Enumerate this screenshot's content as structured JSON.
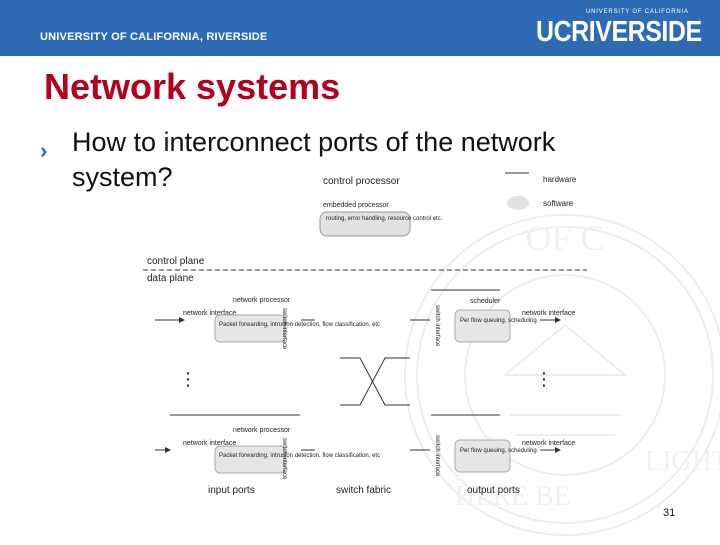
{
  "header": {
    "university_name": "UNIVERSITY OF CALIFORNIA, RIVERSIDE",
    "logo_text": "UCRIVERSIDE",
    "logo_subtext": "UNIVERSITY OF CALIFORNIA"
  },
  "slide": {
    "title": "Network systems",
    "bullet": "How to interconnect ports of the network system?",
    "page_number": "31"
  },
  "diagram": {
    "control_processor": "control processor",
    "embedded_processor": "embedded processor",
    "routing_box": "routing, error handling, resource control etc.",
    "legend_hardware": "hardware",
    "legend_software": "software",
    "control_plane": "control plane",
    "data_plane": "data plane",
    "network_processor": "network processor",
    "network_interface": "network interface",
    "switch_interface": "switch interface",
    "packet_processing": "Packet forwarding, intrusion detection, flow classification, etc",
    "scheduler": "scheduler",
    "per_flow": "Per flow queuing, scheduling",
    "input_ports": "input ports",
    "switch_fabric": "switch fabric",
    "output_ports": "output ports",
    "ellipsis": "⋮"
  },
  "colors": {
    "banner": "#2d6cb5",
    "title": "#b3001e",
    "bullet_marker": "#2d6cb5"
  },
  "icons": {
    "bullet": "chevron-right-icon",
    "seal": "university-seal-watermark"
  }
}
